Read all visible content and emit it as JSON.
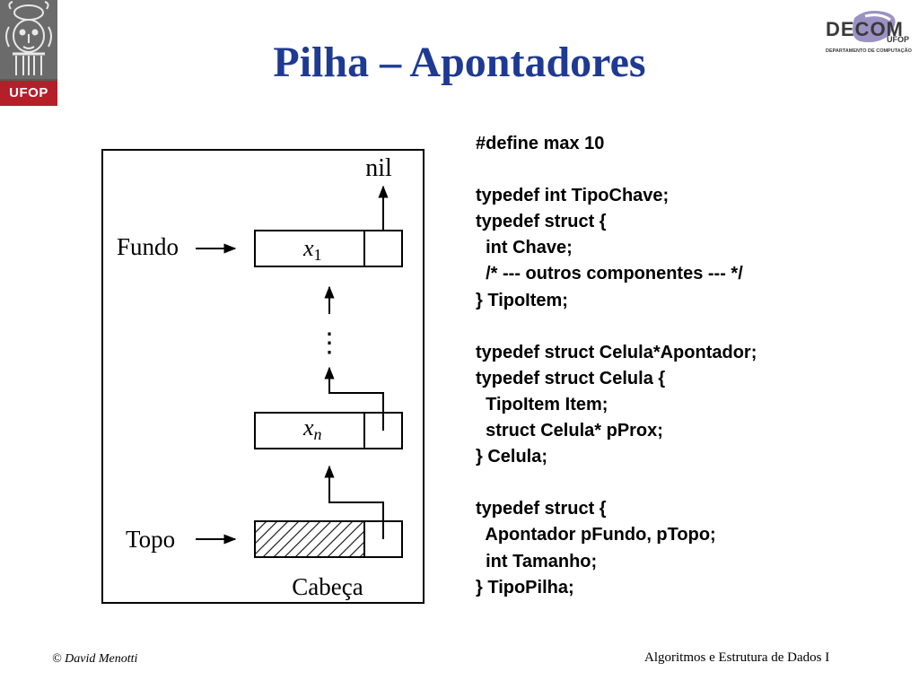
{
  "header": {
    "title": "Pilha – Apontadores",
    "ufop_logo_text": "UFOP",
    "decom_logo": {
      "main": "DECOM",
      "sub": "UFOP",
      "department": "DEPARTAMENTO DE COMPUTAÇÃO"
    }
  },
  "diagram": {
    "nil_label": "nil",
    "fundo_label": "Fundo",
    "topo_label": "Topo",
    "cabeca_label": "Cabeça",
    "cell_x1": "x",
    "cell_x1_sub": "1",
    "cell_xn": "x",
    "cell_xn_sub": "n",
    "ellipsis": "⋮"
  },
  "code": {
    "lines": [
      "#define max 10",
      "",
      "typedef int TipoChave;",
      "typedef struct {",
      "  int Chave;",
      "  /* --- outros componentes --- */",
      "} TipoItem;",
      "",
      "typedef struct Celula*Apontador;",
      "typedef struct Celula {",
      "  TipoItem Item;",
      "  struct Celula* pProx;",
      "} Celula;",
      "",
      "typedef struct {",
      "  Apontador pFundo, pTopo;",
      "  int Tamanho;",
      "} TipoPilha;"
    ]
  },
  "footer": {
    "author": "© David Menotti",
    "course": "Algoritmos e Estrutura de Dados I"
  },
  "colors": {
    "title": "#1f3a93",
    "ufop_red": "#b41f2a",
    "decom_purple": "#8a7fb8"
  }
}
